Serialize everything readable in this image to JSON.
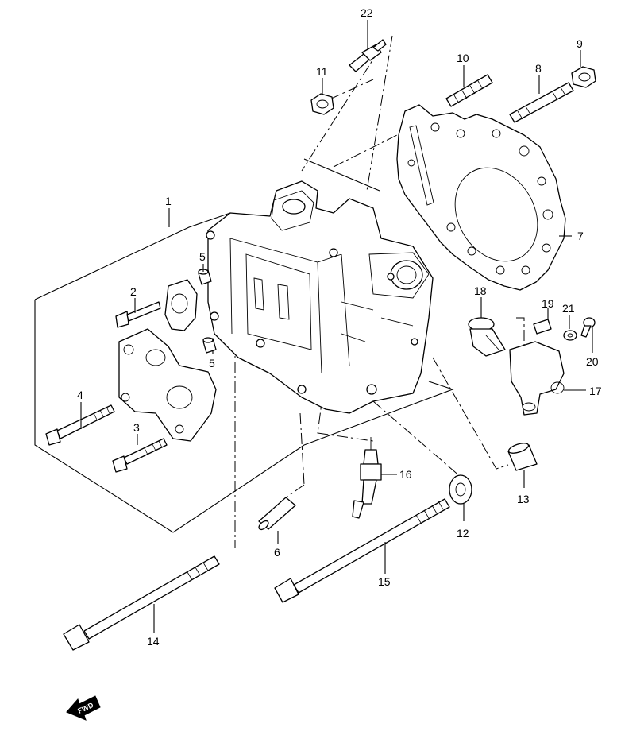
{
  "diagram": {
    "callouts": [
      "1",
      "2",
      "3",
      "4",
      "5",
      "5",
      "6",
      "7",
      "8",
      "9",
      "10",
      "11",
      "12",
      "13",
      "14",
      "15",
      "16",
      "17",
      "18",
      "19",
      "20",
      "21",
      "22"
    ],
    "direction_marker": "FWD"
  }
}
